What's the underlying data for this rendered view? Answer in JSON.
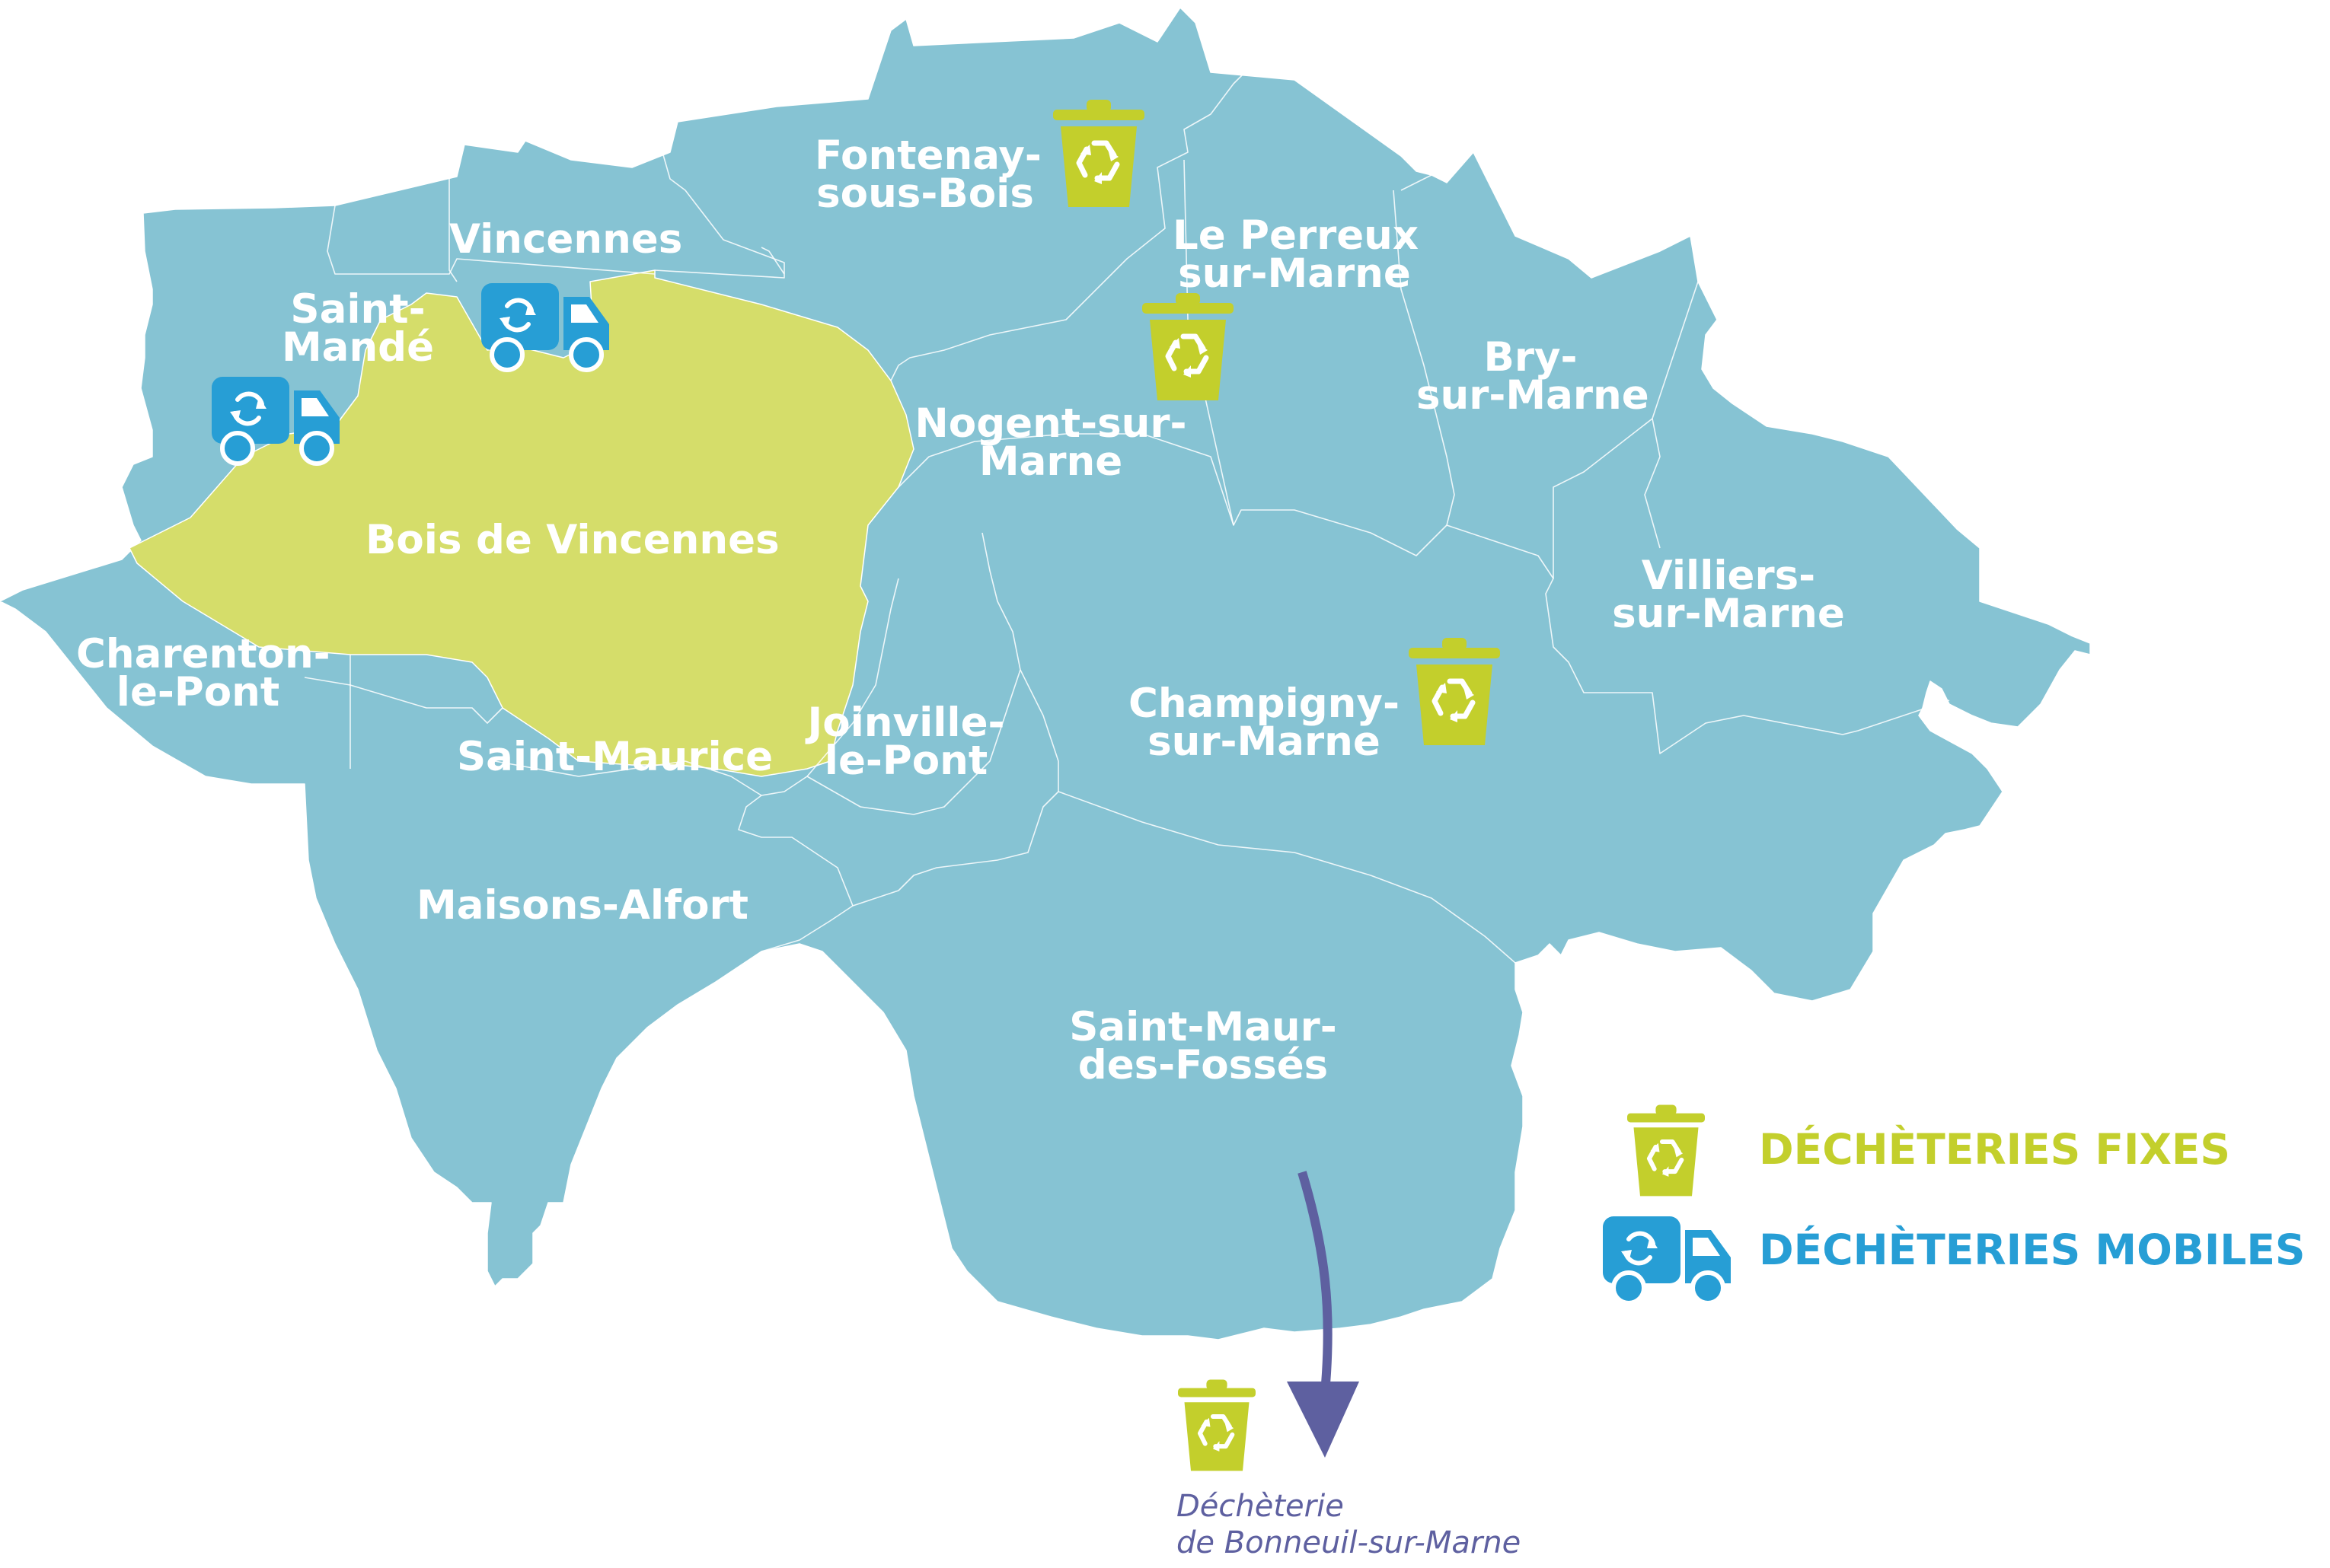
{
  "colors": {
    "commune_fill": "#86c3d3",
    "bois_fill": "#d5dd6a",
    "fixed_icon": "#c3cf2c",
    "mobile_icon": "#279ed5",
    "label_text": "#ffffff",
    "arrow": "#5e60a0",
    "bonneuil_text": "#5e60a0"
  },
  "communes": [
    {
      "id": "fontenay",
      "lines": [
        "Fontenay-",
        "sous-Bois"
      ]
    },
    {
      "id": "vincennes",
      "lines": [
        "Vincennes"
      ]
    },
    {
      "id": "saint-mande",
      "lines": [
        "Saint-",
        "Mandé"
      ]
    },
    {
      "id": "le-perreux",
      "lines": [
        "Le Perreux",
        "sur-Marne"
      ]
    },
    {
      "id": "bry",
      "lines": [
        "Bry-",
        "sur-Marne"
      ]
    },
    {
      "id": "nogent",
      "lines": [
        "Nogent-sur-",
        "Marne"
      ]
    },
    {
      "id": "bois",
      "lines": [
        "Bois de Vincennes"
      ]
    },
    {
      "id": "villiers",
      "lines": [
        "Villiers-",
        "sur-Marne"
      ]
    },
    {
      "id": "charenton",
      "lines": [
        "Charenton-",
        "le-Pont"
      ]
    },
    {
      "id": "champigny",
      "lines": [
        "Champigny-",
        "sur-Marne"
      ]
    },
    {
      "id": "joinville",
      "lines": [
        "Joinville-",
        "le-Pont"
      ]
    },
    {
      "id": "saint-maurice",
      "lines": [
        "Saint-Maurice"
      ]
    },
    {
      "id": "maisons-alfort",
      "lines": [
        "Maisons-Alfort"
      ]
    },
    {
      "id": "saint-maur",
      "lines": [
        "Saint-Maur-",
        "des-Fossés"
      ]
    }
  ],
  "markers": {
    "fixed": [
      "Fontenay-sous-Bois",
      "Le Perreux-sur-Marne",
      "Champigny-sur-Marne",
      "Déchèterie de Bonneuil-sur-Marne"
    ],
    "mobile": [
      "Vincennes",
      "Saint-Mandé"
    ]
  },
  "legend": {
    "fixed_label": "DÉCHÈTERIES FIXES",
    "mobile_label": "DÉCHÈTERIES MOBILES",
    "fixed_icon": "recycling-bin-icon",
    "mobile_icon": "recycling-truck-icon"
  },
  "bonneuil": {
    "line1": "Déchèterie",
    "line2": "de Bonneuil-sur-Marne"
  }
}
